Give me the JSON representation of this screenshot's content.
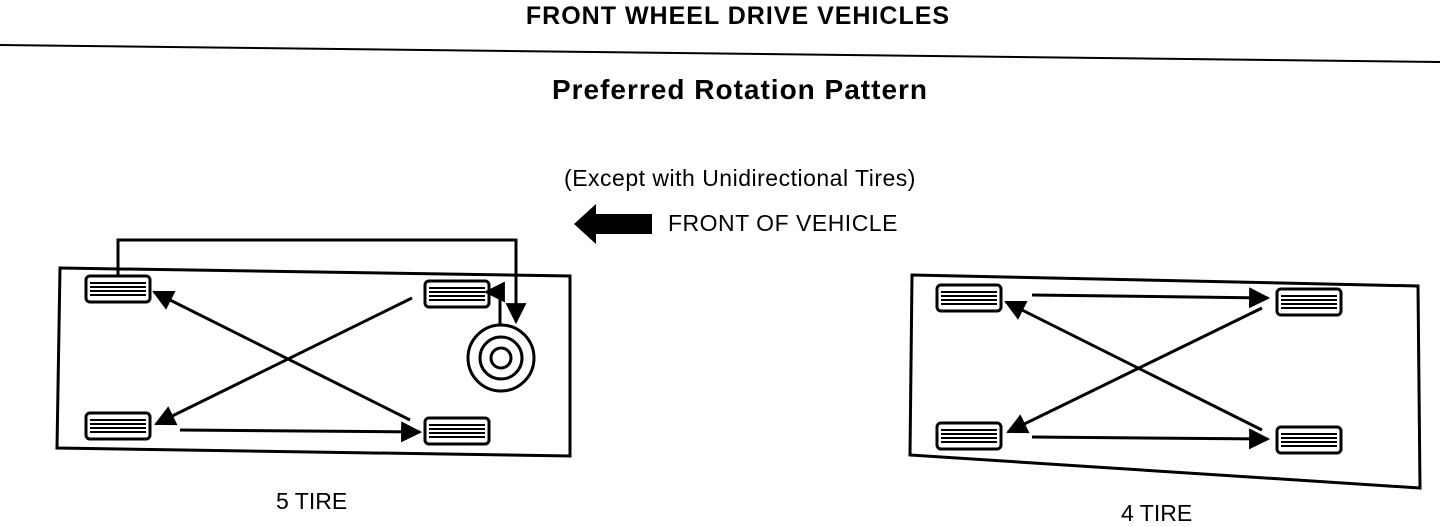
{
  "title": "FRONT WHEEL DRIVE VEHICLES",
  "subtitle": "Preferred Rotation Pattern",
  "note": "(Except with Unidirectional Tires)",
  "front_indicator": {
    "label": "FRONT OF VEHICLE",
    "icon": "arrow-left-icon"
  },
  "diagrams": [
    {
      "label": "5 TIRE"
    },
    {
      "label": "4 TIRE"
    }
  ]
}
